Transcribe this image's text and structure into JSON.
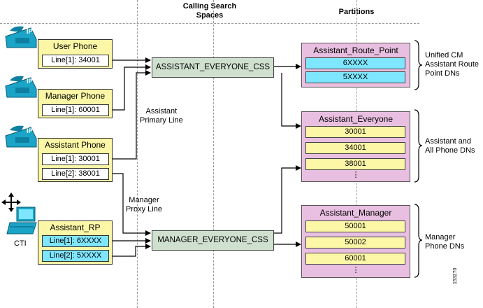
{
  "headers": {
    "calling_search_spaces": "Calling Search\nSpaces",
    "partitions": "Partitions"
  },
  "devices": {
    "user_phone": {
      "title": "User Phone",
      "lines": [
        "Line[1]: 34001"
      ]
    },
    "manager_phone": {
      "title": "Manager Phone",
      "lines": [
        "Line[1]: 60001"
      ]
    },
    "assistant_phone": {
      "title": "Assistant Phone",
      "lines": [
        "Line[1]: 30001",
        "Line[2]: 38001"
      ]
    },
    "assistant_rp": {
      "title": "Assistant_RP",
      "lines": [
        "Line[1]: 6XXXX",
        "Line[2]: 5XXXX"
      ]
    }
  },
  "icon_labels": {
    "ip": "IP",
    "cti": "CTI"
  },
  "css_boxes": {
    "assistant": "ASSISTANT_EVERYONE_CSS",
    "manager": "MANAGER_EVERYONE_CSS"
  },
  "connector_labels": {
    "assistant_primary_line": "Assistant\nPrimary Line",
    "manager_proxy_line": "Manager\nProxy Line"
  },
  "partitions": {
    "route_point": {
      "title": "Assistant_Route_Point",
      "entries": [
        "6XXXX",
        "5XXXX"
      ]
    },
    "everyone": {
      "title": "Assistant_Everyone",
      "entries": [
        "30001",
        "34001",
        "38001"
      ],
      "more": "⋮"
    },
    "manager": {
      "title": "Assistant_Manager",
      "entries": [
        "50001",
        "50002",
        "60001"
      ],
      "more": "⋮"
    }
  },
  "brace_notes": {
    "route_point": "Unified CM\nAssistant Route\nPoint DNs",
    "everyone": "Assistant and\nAll Phone DNs",
    "manager": "Manager\nPhone DNs"
  },
  "figure_id": "153270",
  "colors": {
    "phone_box": "#fbf7a6",
    "css_box": "#cfe0cf",
    "partition": "#e8bfe0",
    "cyan": "#7fe6ff",
    "phone_icon": "#1aa4c8"
  }
}
